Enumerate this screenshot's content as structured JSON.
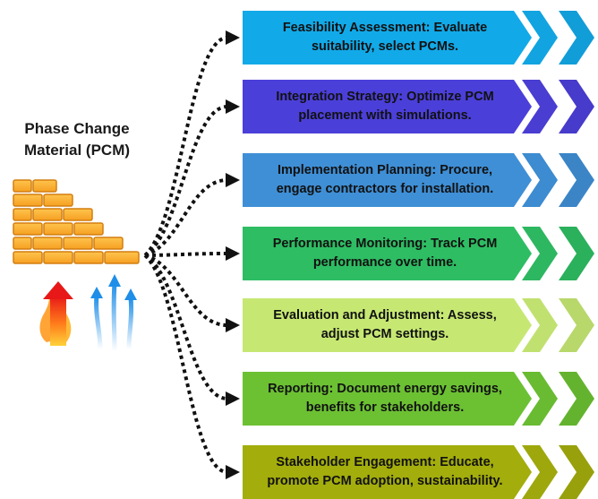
{
  "title": {
    "line1": "Phase Change",
    "line2": "Material (PCM)"
  },
  "steps": [
    {
      "line1": "Feasibility Assessment: Evaluate",
      "line2": "suitability, select PCMs.",
      "color": "#12a9e8"
    },
    {
      "line1": "Integration Strategy: Optimize PCM",
      "line2": "placement with simulations.",
      "color": "#4b3fd9"
    },
    {
      "line1": "Implementation Planning: Procure,",
      "line2": "engage contractors for installation.",
      "color": "#3f8fd6"
    },
    {
      "line1": "Performance Monitoring: Track PCM",
      "line2": "performance over time.",
      "color": "#2ebd63"
    },
    {
      "line1": "Evaluation and Adjustment: Assess,",
      "line2": "adjust PCM settings.",
      "color": "#c6e873"
    },
    {
      "line1": "Reporting: Document energy savings,",
      "line2": "benefits for stakeholders.",
      "color": "#6cc133"
    },
    {
      "line1": "Stakeholder Engagement: Educate,",
      "line2": "promote PCM adoption, sustainability.",
      "color": "#a3ad0c"
    }
  ],
  "icons": [
    "brick-wall-icon",
    "heat-arrow-icon",
    "cold-air-arrows-icon"
  ]
}
